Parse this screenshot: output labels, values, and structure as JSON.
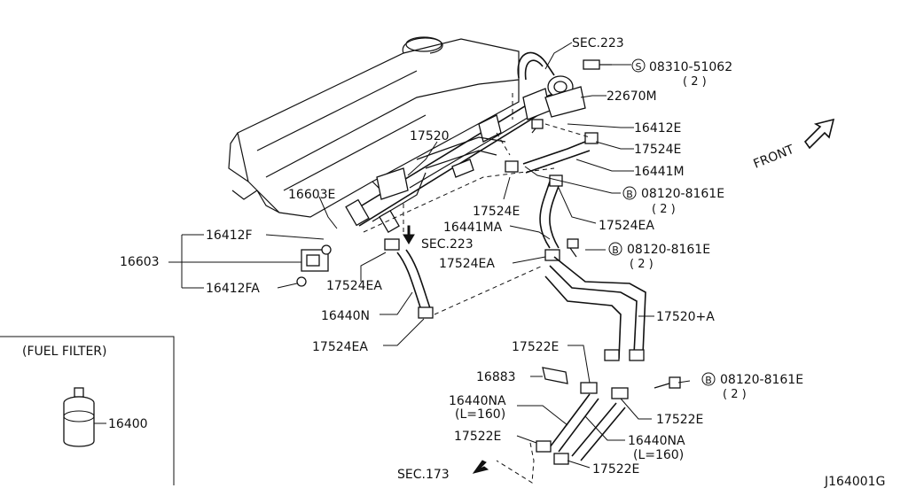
{
  "diagram": {
    "figure_id": "J164001G",
    "front_label": "FRONT",
    "section_refs": [
      "SEC.223",
      "SEC.223",
      "SEC.173"
    ],
    "callouts": {
      "c_22670M": "22670M",
      "c_16412E": "16412E",
      "c_17524E_top": "17524E",
      "c_16441M": "16441M",
      "c_17520": "17520",
      "c_16603E": "16603E",
      "c_17524E_mid": "17524E",
      "c_17524EA_right": "17524EA",
      "c_16441MA": "16441MA",
      "c_17524EA_mid": "17524EA",
      "c_16412F": "16412F",
      "c_16603": "16603",
      "c_16412FA": "16412FA",
      "c_17524EA_left": "17524EA",
      "c_16440N": "16440N",
      "c_17524EA_low": "17524EA",
      "c_17520A": "17520+A",
      "c_17522E_top": "17522E",
      "c_16883": "16883",
      "c_16440NA_left": "16440NA",
      "c_L160_left": "(L=160)",
      "c_17522E_left": "17522E",
      "c_17522E_right": "17522E",
      "c_16440NA_right": "16440NA",
      "c_L160_right": "(L=160)",
      "c_17522E_bottom": "17522E"
    },
    "bolts": [
      {
        "prefix": "S",
        "part": "08310-51062",
        "qty": "( 2 )"
      },
      {
        "prefix": "B",
        "part": "08120-8161E",
        "qty": "( 2 )"
      },
      {
        "prefix": "B",
        "part": "08120-8161E",
        "qty": "( 2 )"
      },
      {
        "prefix": "B",
        "part": "08120-8161E",
        "qty": "( 2 )"
      }
    ],
    "fuel_filter_box": {
      "title": "(FUEL FILTER)",
      "part": "16400"
    }
  }
}
